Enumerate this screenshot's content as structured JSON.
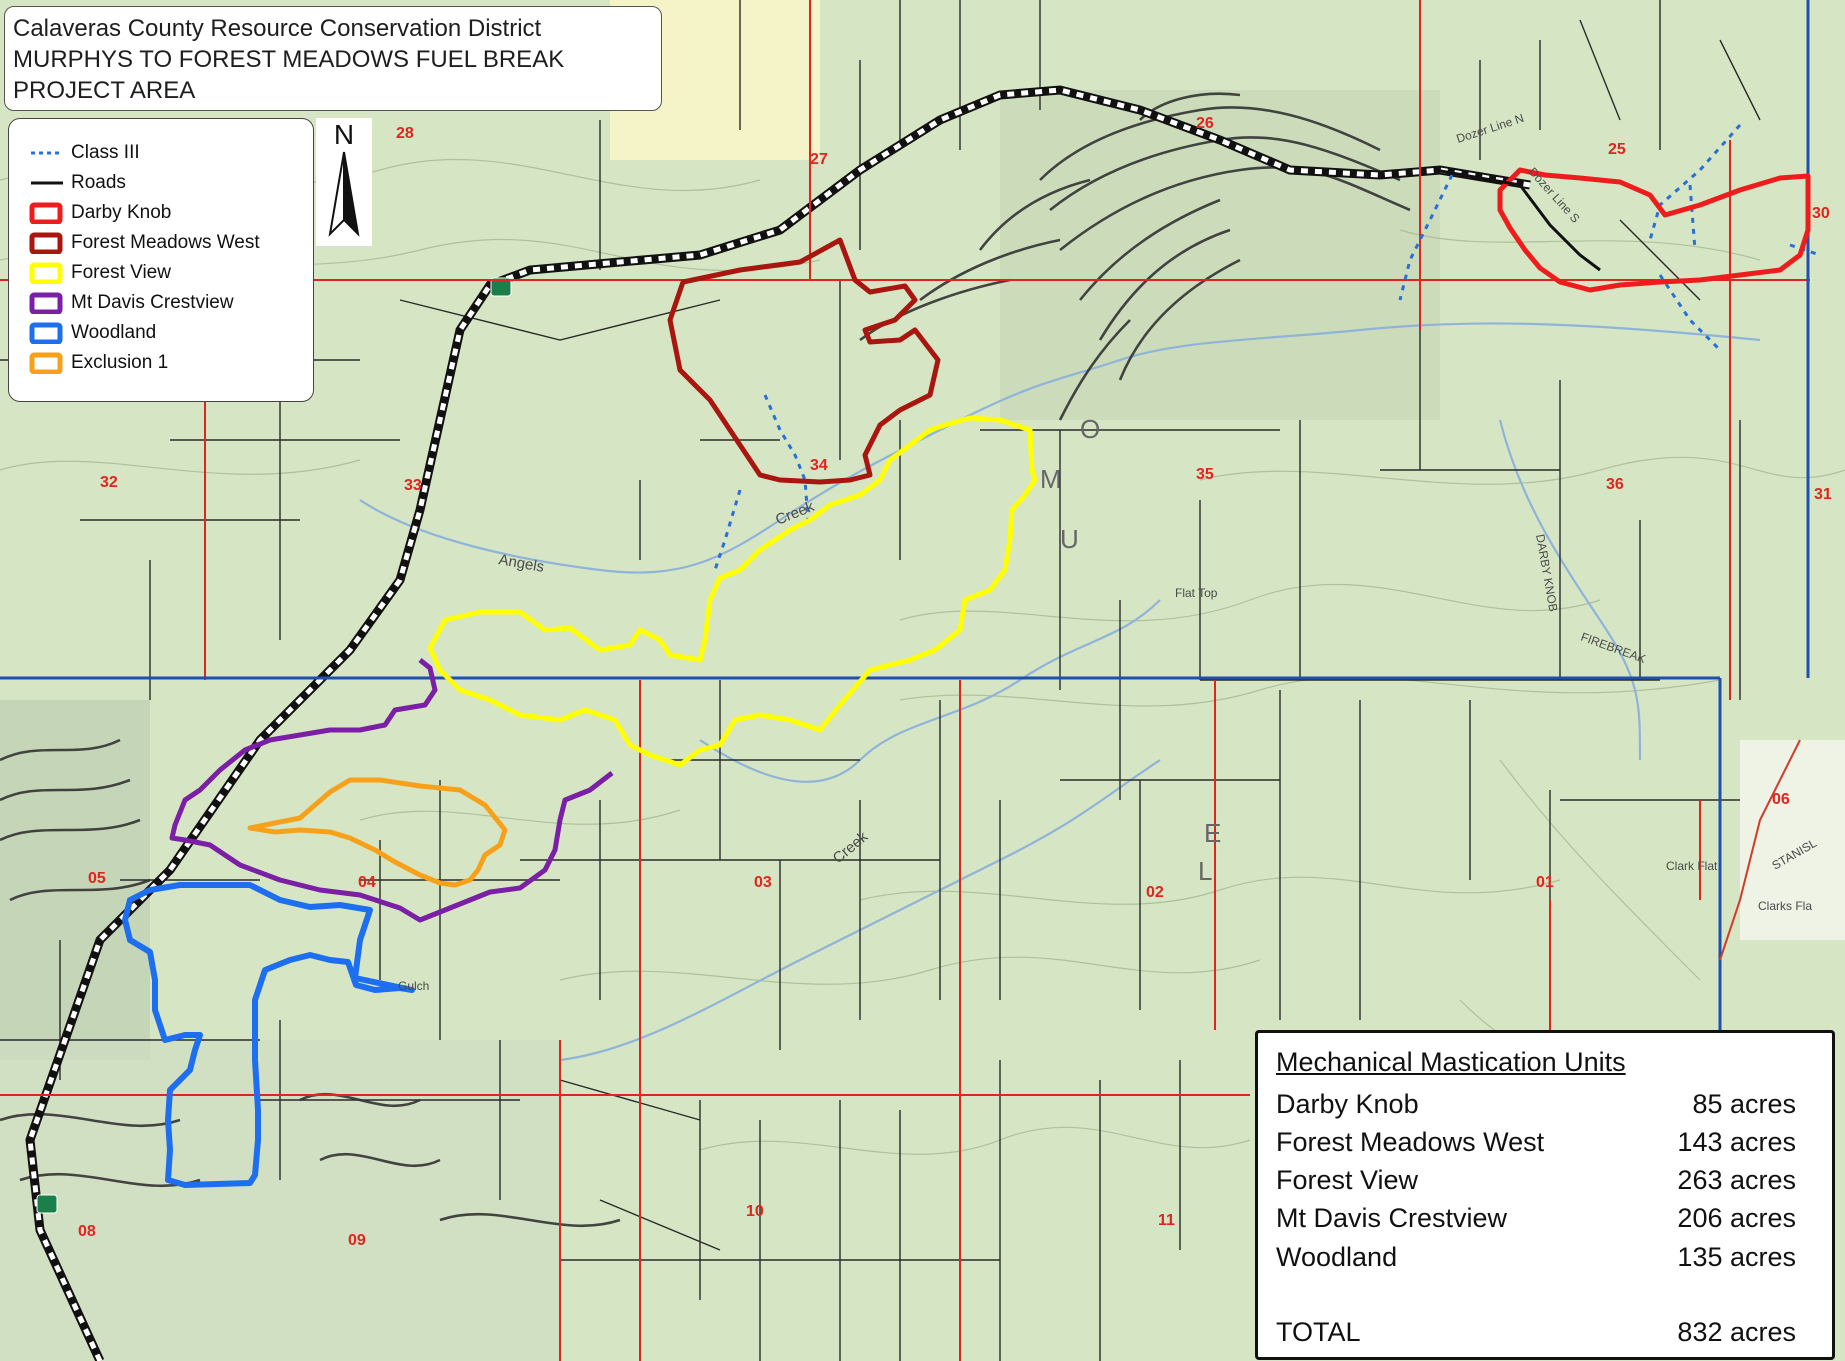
{
  "title": {
    "line1": "Calaveras County Resource Conservation District",
    "line2": "MURPHYS TO FOREST MEADOWS FUEL BREAK",
    "line3": "PROJECT AREA"
  },
  "legend": {
    "items": [
      {
        "label": "Class III",
        "symbol": "dashed-line",
        "color": "#2a6ed8"
      },
      {
        "label": "Roads",
        "symbol": "line",
        "color": "#111111"
      },
      {
        "label": "Darby Knob",
        "symbol": "box",
        "color": "#ee1c1c"
      },
      {
        "label": "Forest Meadows West",
        "symbol": "box",
        "color": "#a8160f"
      },
      {
        "label": "Forest View",
        "symbol": "box",
        "color": "#ffff00"
      },
      {
        "label": "Mt Davis Crestview",
        "symbol": "box",
        "color": "#7a1fa6"
      },
      {
        "label": "Woodland",
        "symbol": "box",
        "color": "#1e6ef0"
      },
      {
        "label": "Exclusion 1",
        "symbol": "box",
        "color": "#f7a11a"
      }
    ]
  },
  "north_arrow": {
    "label": "N",
    "icon": "north-arrow-icon"
  },
  "sections": [
    "28",
    "27",
    "26",
    "25",
    "30",
    "32",
    "33",
    "34",
    "35",
    "36",
    "31",
    "06",
    "05",
    "04",
    "03",
    "02",
    "01",
    "08",
    "09",
    "10",
    "11"
  ],
  "map_text": {
    "dozer_line_n": "Dozer Line N",
    "dozer_line_s": "Dozer Line S",
    "angels": "Angels",
    "creek_upper": "Creek",
    "creek_lower": "Creek",
    "clark_flat": "Clark Flat",
    "clarks_flat": "Clarks Fla",
    "stanislaus": "STANISL",
    "darby_knob_road": "DARBY KNOB",
    "firebreak": "FIREBREAK",
    "flat_top": "Flat Top",
    "gulch": "Gulch",
    "big_letters": [
      "M",
      "O",
      "U",
      "L",
      "E"
    ]
  },
  "units_table": {
    "title": "Mechanical Mastication Units",
    "rows": [
      {
        "name": "Darby Knob",
        "value": "85 acres"
      },
      {
        "name": "Forest Meadows West",
        "value": "143 acres"
      },
      {
        "name": "Forest View",
        "value": "263 acres"
      },
      {
        "name": "Mt Davis Crestview",
        "value": "206 acres"
      },
      {
        "name": "Woodland",
        "value": "135 acres"
      }
    ],
    "total": {
      "name": "TOTAL",
      "value": "832 acres"
    }
  },
  "colors": {
    "map_background": "#d6e6c4",
    "section_lines": "#e0251f",
    "county_line": "#1f4fb0",
    "parcel_lines": "#2a2a2a",
    "streams": "#8fb3d9"
  }
}
